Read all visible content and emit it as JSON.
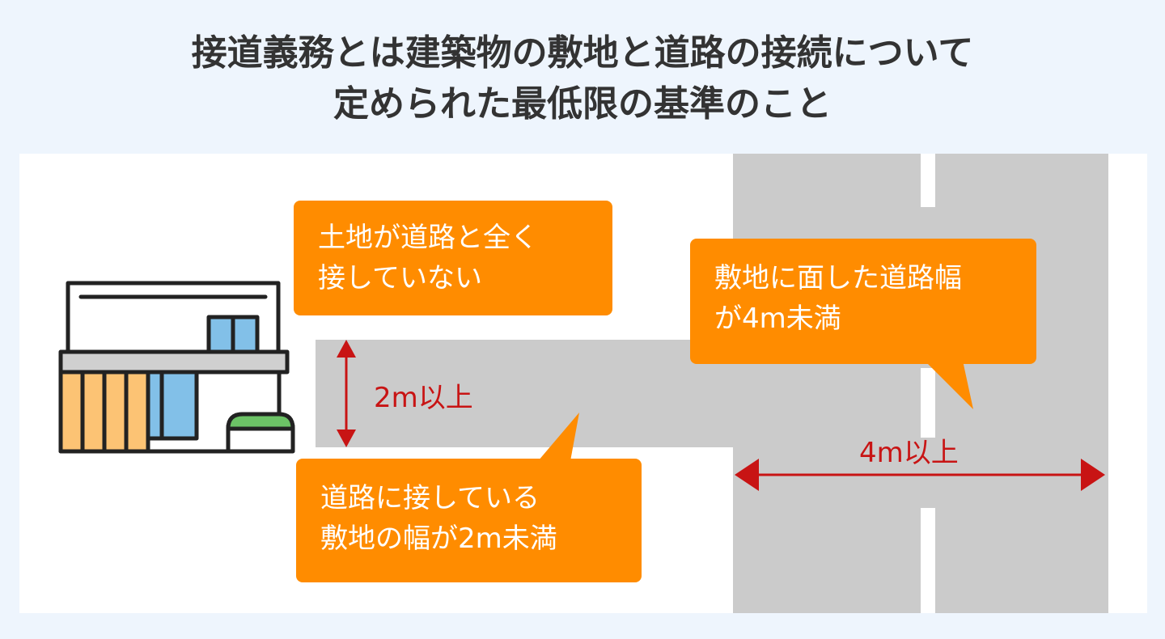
{
  "title": {
    "line1": "接道義務とは建築物の敷地と道路の接続について",
    "line2": "定められた最低限の基準のこと"
  },
  "bubbles": {
    "no_contact": {
      "line1": "土地が道路と全く",
      "line2": "接していない"
    },
    "narrow_frontage": {
      "line1": "道路に接している",
      "line2": "敷地の幅が2m未満"
    },
    "narrow_road": {
      "line1": "敷地に面した道路幅",
      "line2": "が4m未満"
    }
  },
  "dimensions": {
    "frontage": "2m以上",
    "road_width": "4m以上"
  },
  "colors": {
    "background": "#eef5fd",
    "road": "#cbcbcb",
    "bubble": "#ff8c00",
    "arrow": "#c81414"
  }
}
